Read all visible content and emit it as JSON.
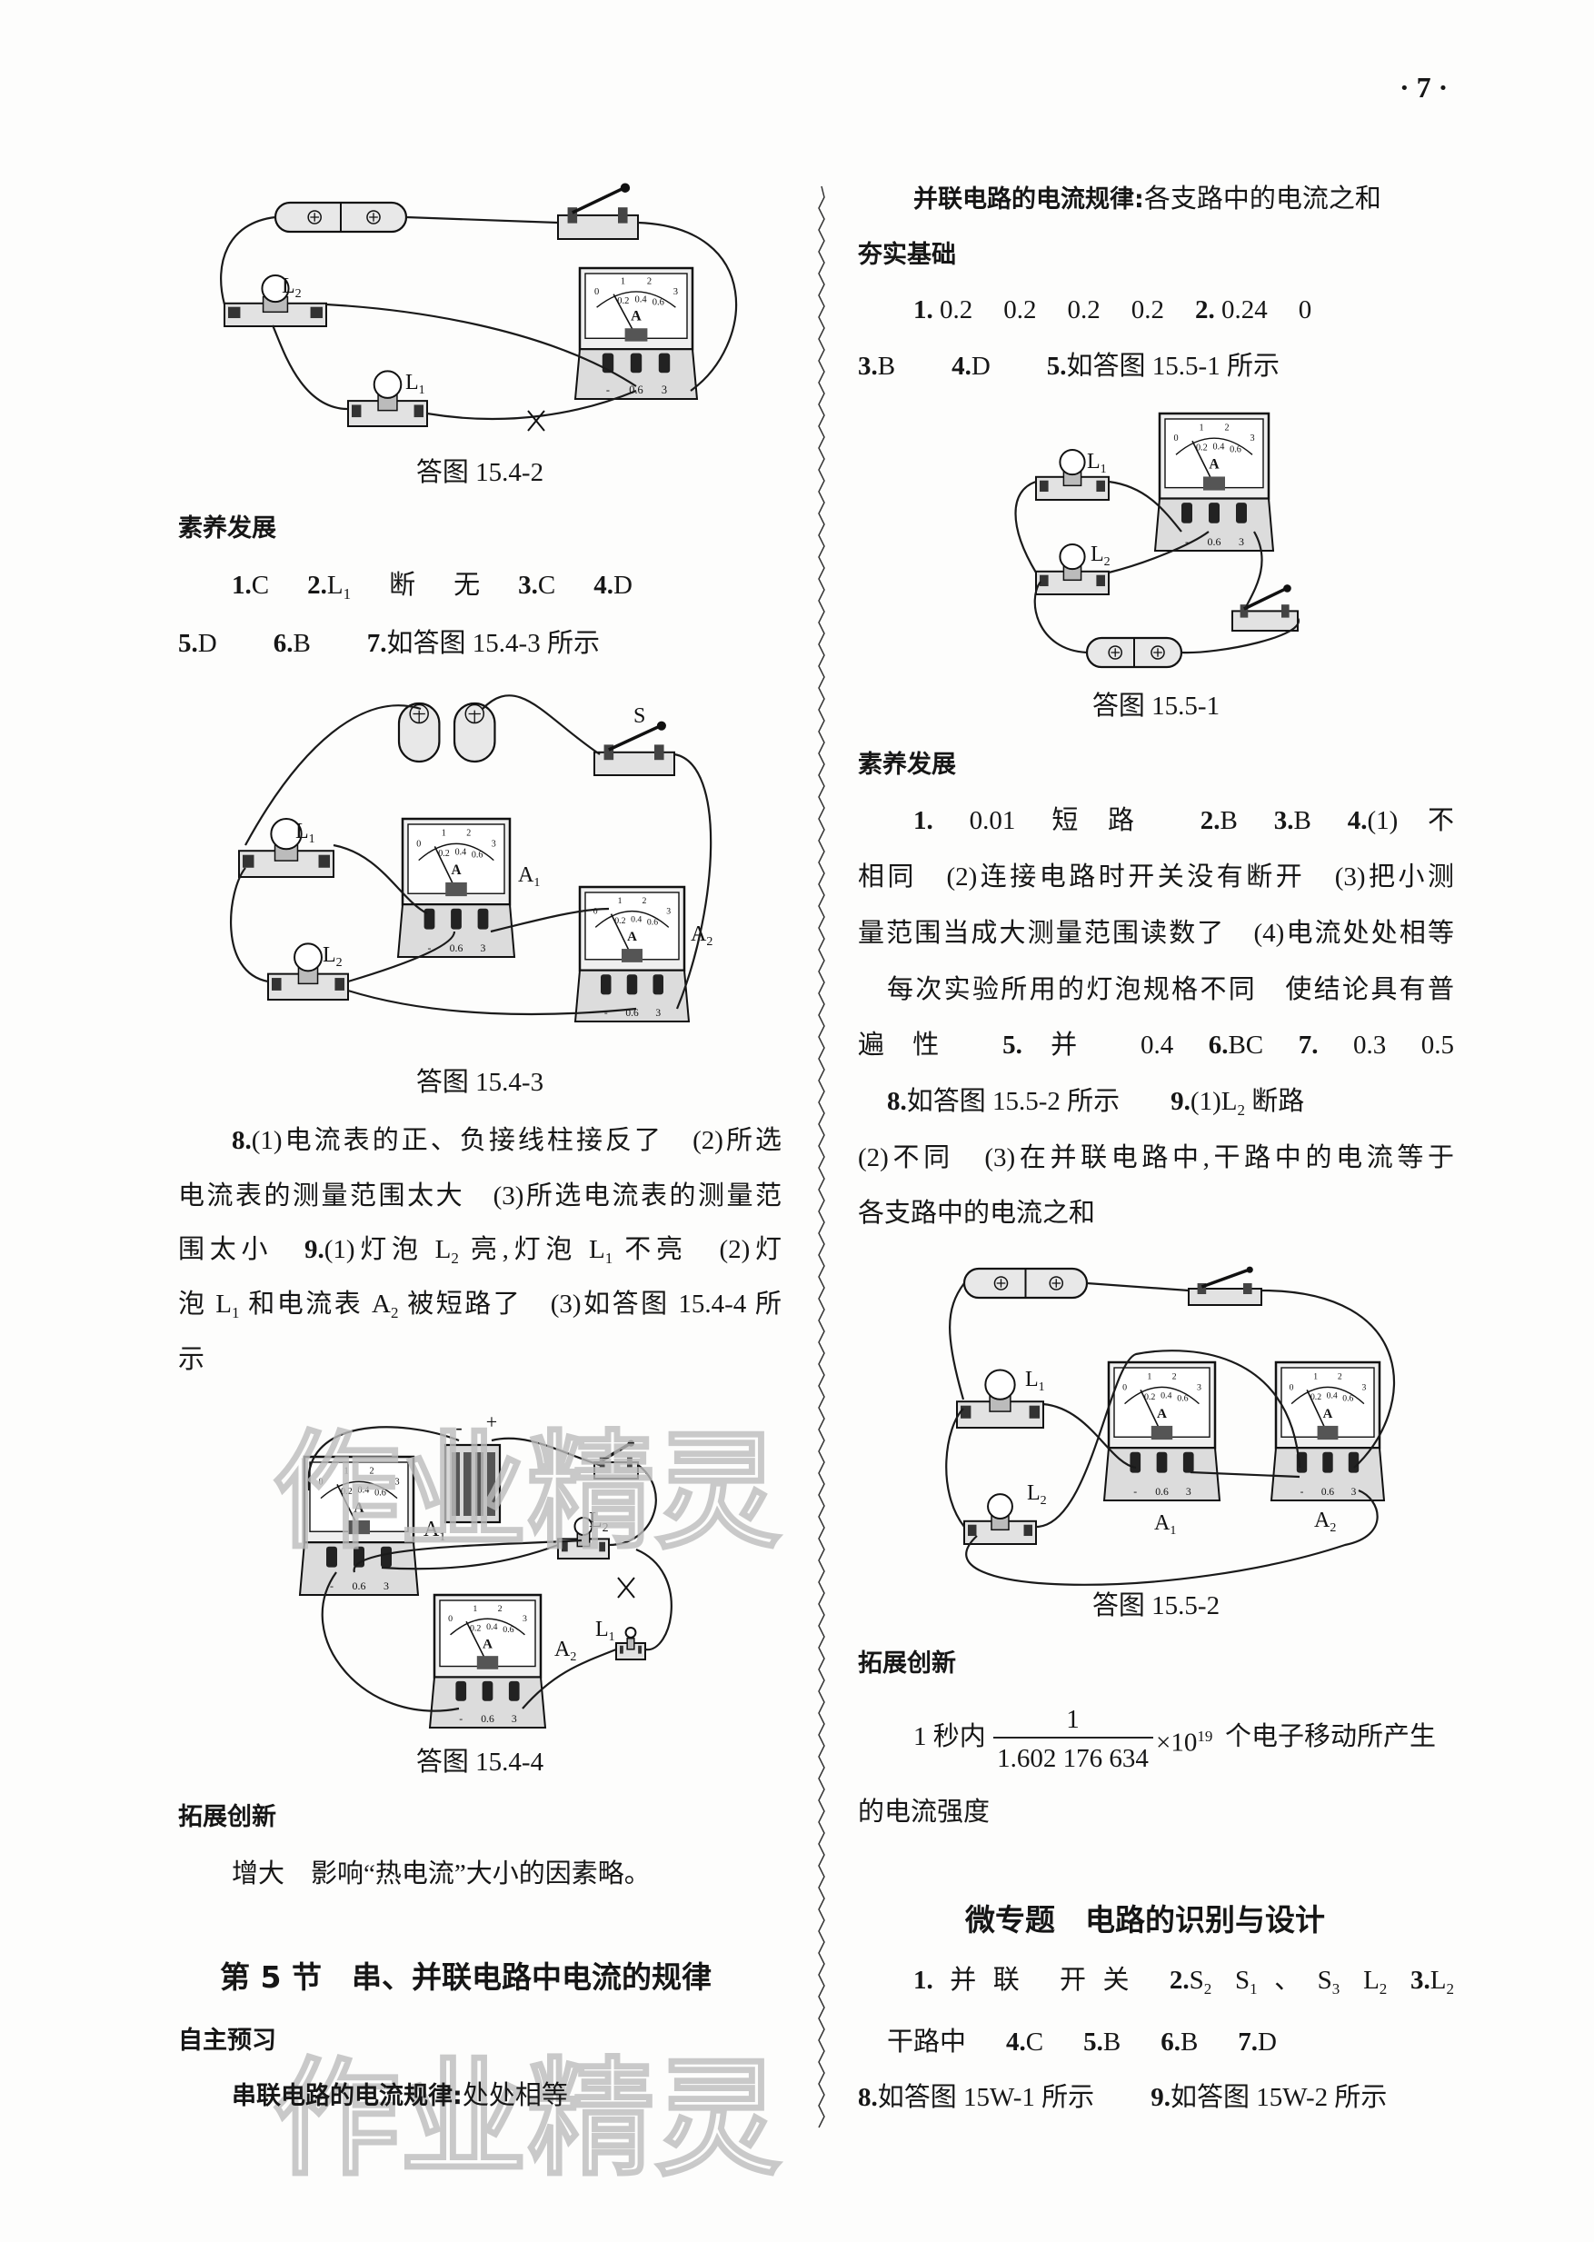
{
  "page_number": "· 7 ·",
  "watermark": "作业精灵",
  "ammeter_labels": {
    "unit": "A",
    "scale_top": [
      "0",
      "1",
      "2",
      "3"
    ],
    "scale_bottom": [
      "0.2",
      "0.4",
      "0.6"
    ],
    "terminals": [
      "-",
      "0.6",
      "3"
    ]
  },
  "diagram_labels": {
    "L1": "L",
    "L2": "L",
    "sub1": "1",
    "sub2": "2",
    "A": "A",
    "S": "S",
    "battery_minus": "-",
    "battery_plus": "+"
  },
  "left_column": [
    [
      [
        {
          "n": "答图 15.4-2"
        }
      ]
    ],
    [
      [
        {
          "n": "素养发展"
        }
      ]
    ],
    [
      [
        {
          "b": "1."
        },
        {
          "n": "C"
        }
      ],
      [
        {
          "b": "2."
        },
        {
          "n": "L"
        },
        {
          "sub": "1"
        }
      ],
      [
        {
          "n": "断"
        }
      ],
      [
        {
          "n": "无"
        }
      ],
      [
        {
          "b": "3."
        },
        {
          "n": "C"
        }
      ],
      [
        {
          "b": "4."
        },
        {
          "n": "D"
        }
      ]
    ],
    [
      [
        {
          "b": "5."
        },
        {
          "n": "D"
        }
      ],
      [
        {
          "b": "6."
        },
        {
          "n": "B"
        }
      ],
      [
        {
          "b": "7."
        },
        {
          "n": "如答图 15.4-3 所示"
        }
      ]
    ],
    [
      [
        {
          "n": "答图 15.4-3"
        }
      ]
    ],
    [
      [
        {
          "b": "8."
        },
        {
          "n": "(1)电流表的正、负接线柱接反了　(2)所选"
        }
      ]
    ],
    [
      [
        {
          "n": "电流表的测量范围太大　(3)所选电流表的测量范"
        }
      ]
    ],
    [
      [
        {
          "n": "围太小　"
        },
        {
          "b": "9."
        },
        {
          "n": "(1)灯泡 L"
        },
        {
          "sub": "2"
        },
        {
          "n": " 亮,灯泡 L"
        },
        {
          "sub": "1"
        },
        {
          "n": " 不亮　(2)灯"
        }
      ]
    ],
    [
      [
        {
          "n": "泡 L"
        },
        {
          "sub": "1"
        },
        {
          "n": " 和电流表 A"
        },
        {
          "sub": "2"
        },
        {
          "n": " 被短路了　(3)如答图 15.4-4 所"
        }
      ]
    ],
    [
      [
        {
          "n": "示"
        }
      ]
    ],
    [
      [
        {
          "n": "答图 15.4-4"
        }
      ]
    ],
    [
      [
        {
          "n": "拓展创新"
        }
      ]
    ],
    [
      [
        {
          "n": "增大　影响“热电流”大小的因素略。"
        }
      ]
    ],
    [
      [
        {
          "n": "第 5 节　串、并联电路中电流的规律"
        }
      ]
    ],
    [
      [
        {
          "n": "自主预习"
        }
      ]
    ],
    [
      [
        {
          "bh": "串联电路的电流规律:"
        },
        {
          "n": "处处相等"
        }
      ]
    ]
  ],
  "right_column": [
    [
      [
        {
          "bh": "并联电路的电流规律:"
        },
        {
          "n": "各支路中的电流之和"
        }
      ]
    ],
    [
      [
        {
          "n": "夯实基础"
        }
      ]
    ],
    [
      [
        {
          "b": "1."
        },
        {
          "n": " 0.2"
        }
      ],
      [
        {
          "n": "0.2"
        }
      ],
      [
        {
          "n": "0.2"
        }
      ],
      [
        {
          "n": "0.2"
        }
      ],
      [
        {
          "b": "2."
        },
        {
          "n": " 0.24"
        }
      ],
      [
        {
          "n": "0"
        }
      ]
    ],
    [
      [
        {
          "b": "3."
        },
        {
          "n": "B"
        }
      ],
      [
        {
          "b": "4."
        },
        {
          "n": "D"
        }
      ],
      [
        {
          "b": "5."
        },
        {
          "n": "如答图 15.5-1 所示"
        }
      ]
    ],
    [
      [
        {
          "n": "答图 15.5-1"
        }
      ]
    ],
    [
      [
        {
          "n": "素养发展"
        }
      ]
    ],
    [
      [
        {
          "b": "1."
        },
        {
          "n": " 0.01"
        }
      ],
      [
        {
          "n": "短路"
        }
      ],
      [
        {
          "b": "2."
        },
        {
          "n": "B"
        }
      ],
      [
        {
          "b": "3."
        },
        {
          "n": "B"
        }
      ],
      [
        {
          "b": "4."
        },
        {
          "n": "(1)不"
        }
      ]
    ],
    [
      [
        {
          "n": "相同　(2)连接电路时开关没有断开　(3)把小测"
        }
      ]
    ],
    [
      [
        {
          "n": "量范围当成大测量范围读数了　(4)电流处处相等"
        }
      ]
    ],
    [
      [
        {
          "n": "每次实验所用的灯泡规格不同　使结论具有普"
        }
      ]
    ],
    [
      [
        {
          "n": "遍性"
        }
      ],
      [
        {
          "b": "5."
        },
        {
          "n": "并"
        }
      ],
      [
        {
          "n": "0.4"
        }
      ],
      [
        {
          "b": "6."
        },
        {
          "n": "BC"
        }
      ],
      [
        {
          "b": "7."
        },
        {
          "n": " 0.3"
        }
      ],
      [
        {
          "n": "0.5"
        }
      ]
    ],
    [
      [
        {
          "b": "8."
        },
        {
          "n": "如答图 15.5-2 所示"
        }
      ],
      [
        {
          "b": "9."
        },
        {
          "n": "(1)L"
        },
        {
          "sub": "2"
        },
        {
          "n": " 断路"
        }
      ]
    ],
    [
      [
        {
          "n": "(2)不同　(3)在并联电路中,干路中的电流等于"
        }
      ]
    ],
    [
      [
        {
          "n": "各支路中的电流之和"
        }
      ]
    ],
    [
      [
        {
          "n": "答图 15.5-2"
        }
      ]
    ],
    [
      [
        {
          "n": "拓展创新"
        }
      ]
    ],
    [
      [
        {
          "n": "的电流强度"
        }
      ]
    ],
    [
      [
        {
          "n": "微专题　电路的识别与设计"
        }
      ]
    ],
    [
      [
        {
          "b": "1."
        },
        {
          "n": "并联"
        }
      ],
      [
        {
          "n": "开关"
        }
      ],
      [
        {
          "b": "2."
        },
        {
          "n": "S"
        },
        {
          "sub": "2"
        }
      ],
      [
        {
          "n": "S"
        },
        {
          "sub": "1"
        },
        {
          "n": "、S"
        },
        {
          "sub": "3"
        }
      ],
      [
        {
          "n": "L"
        },
        {
          "sub": "2"
        }
      ],
      [
        {
          "b": "3."
        },
        {
          "n": "L"
        },
        {
          "sub": "2"
        }
      ]
    ],
    [
      [
        {
          "n": "干路中"
        }
      ],
      [
        {
          "b": "4."
        },
        {
          "n": "C"
        }
      ],
      [
        {
          "b": "5."
        },
        {
          "n": "B"
        }
      ],
      [
        {
          "b": "6."
        },
        {
          "n": "B"
        }
      ],
      [
        {
          "b": "7."
        },
        {
          "n": "D"
        }
      ]
    ],
    [
      [
        {
          "b": "8."
        },
        {
          "n": "如答图 15W-1 所示"
        }
      ],
      [
        {
          "b": "9."
        },
        {
          "n": "如答图 15W-2 所示"
        }
      ]
    ]
  ],
  "fraction_line": {
    "prefix": "1 秒内",
    "numerator": "1",
    "denominator": "1.602 176 634",
    "times": "×10",
    "exponent": "19",
    "suffix": "个电子移动所产生"
  }
}
